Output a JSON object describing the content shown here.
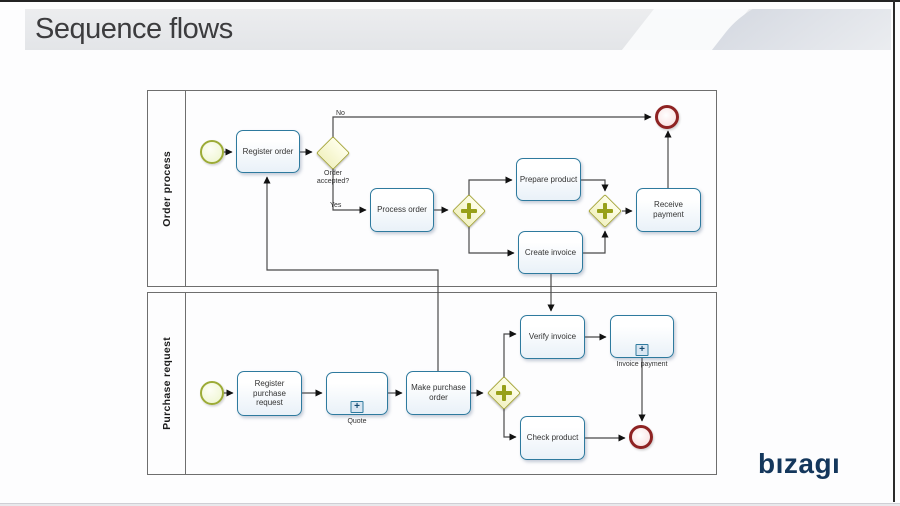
{
  "title": "Sequence flows",
  "brand": {
    "logo_text": "bızagı"
  },
  "colors": {
    "task_border": "#2E7A9E",
    "gateway_border": "#A8A83C",
    "gateway_plus": "#97A018",
    "start_event_border": "#9CAB36",
    "end_event_border": "#8E2323",
    "flow_line": "#4A4A4A",
    "brand_navy": "#14375C"
  },
  "pools": [
    {
      "label": "Order process"
    },
    {
      "label": "Purchase request"
    }
  ],
  "flow_labels": {
    "no": "No",
    "yes": "Yes",
    "order_accepted": "Order accepted?"
  },
  "tasks": {
    "register_order": "Register order",
    "process_order": "Process order",
    "prepare_product": "Prepare product",
    "create_invoice": "Create invoice",
    "receive_payment": "Receive payment",
    "register_purchase_request": "Register purchase request",
    "quote": "Quote",
    "make_purchase_order": "Make purchase order",
    "verify_invoice": "Verify invoice",
    "invoice_payment": "Invoice payment",
    "check_product": "Check product"
  },
  "icons": {
    "subprocess_plus": "+"
  }
}
